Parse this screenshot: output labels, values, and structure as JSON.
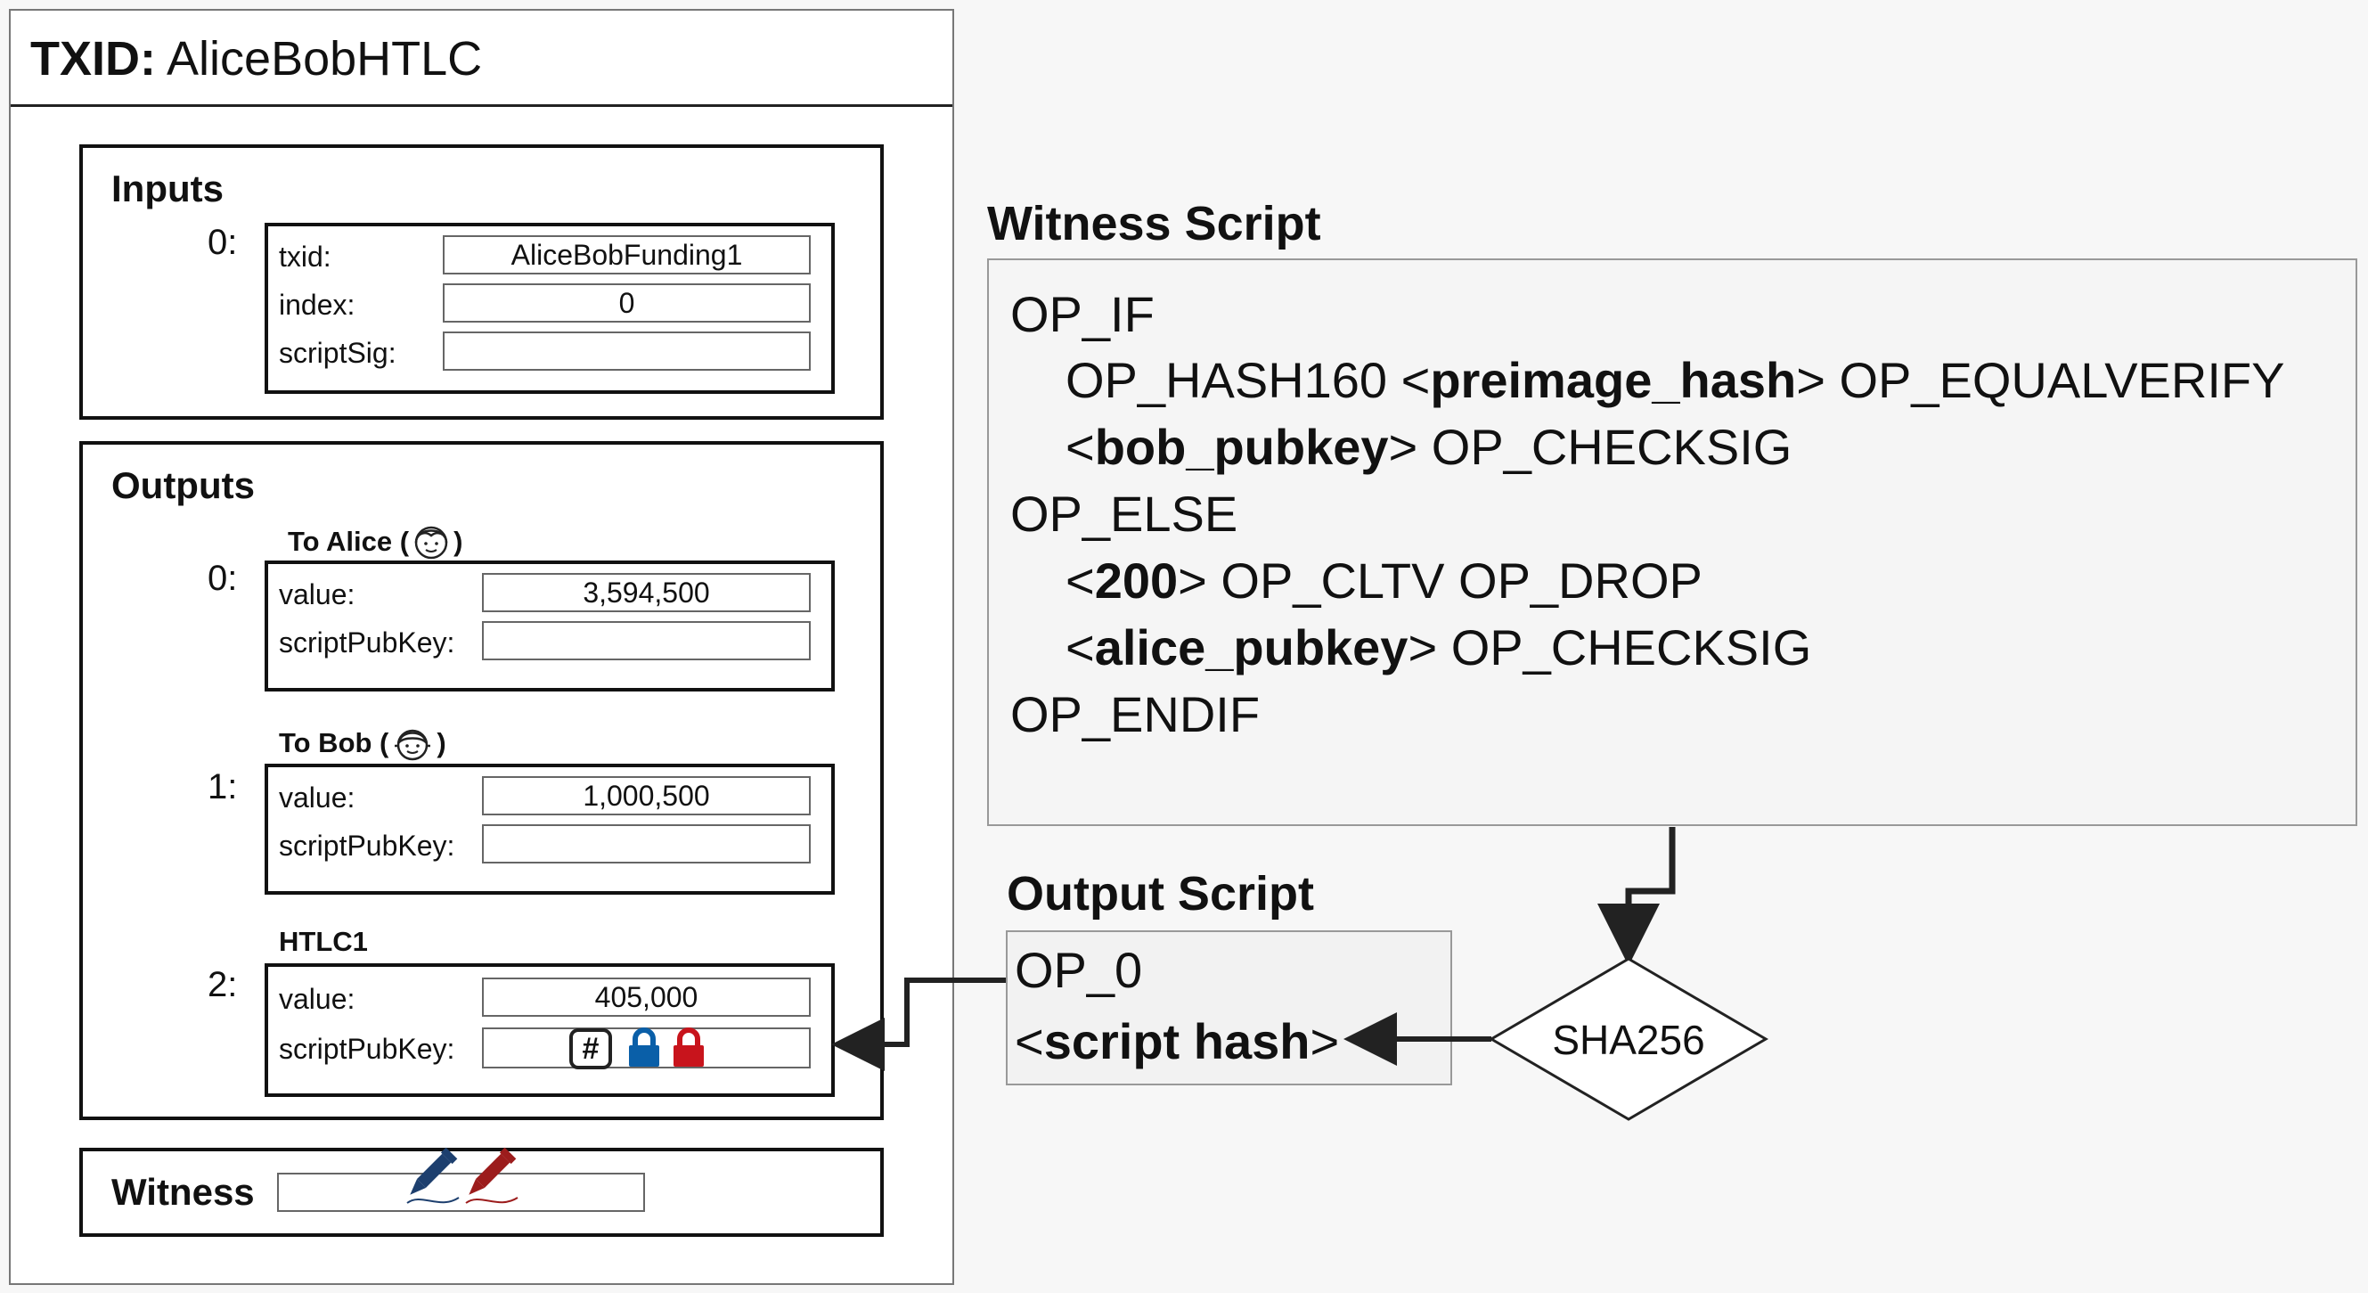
{
  "tx": {
    "label": "TXID:",
    "name": "AliceBobHTLC",
    "inputs": {
      "title": "Inputs",
      "index": "0:",
      "fields": [
        {
          "label": "txid:",
          "value": "AliceBobFunding1"
        },
        {
          "label": "index:",
          "value": "0"
        },
        {
          "label": "scriptSig:",
          "value": ""
        }
      ]
    },
    "outputs": {
      "title": "Outputs",
      "items": [
        {
          "index": "0:",
          "label": "To Alice (",
          "label_end": ")",
          "value_label": "value:",
          "value": "3,594,500",
          "spk_label": "scriptPubKey:"
        },
        {
          "index": "1:",
          "label": "To Bob (",
          "label_end": ")",
          "value_label": "value:",
          "value": "1,000,500",
          "spk_label": "scriptPubKey:"
        },
        {
          "index": "2:",
          "label": "HTLC1",
          "value_label": "value:",
          "value": "405,000",
          "spk_label": "scriptPubKey:",
          "hash_symbol": "#"
        }
      ]
    },
    "witness": {
      "title": "Witness"
    }
  },
  "witness_script": {
    "heading": "Witness Script",
    "lines": {
      "l1": "OP_IF",
      "l2_a": "OP_HASH160 <",
      "l2_b": "preimage_hash",
      "l2_c": "> OP_EQUALVERIFY",
      "l3_a": "<",
      "l3_b": "bob_pubkey",
      "l3_c": "> OP_CHECKSIG",
      "l4": "OP_ELSE",
      "l5_a": "<",
      "l5_b": "200",
      "l5_c": "> OP_CLTV OP_DROP",
      "l6_a": "<",
      "l6_b": "alice_pubkey",
      "l6_c": "> OP_CHECKSIG",
      "l7": "OP_ENDIF"
    }
  },
  "output_script": {
    "heading": "Output Script",
    "l1": "OP_0",
    "l2_a": "<",
    "l2_b": "script hash",
    "l2_c": ">"
  },
  "hash_node": {
    "label": "SHA256"
  },
  "colors": {
    "blue_lock": "#0a5fa8",
    "red_lock": "#c8141c",
    "pen_blue": "#1d3f6e",
    "pen_red": "#9c1c1c"
  }
}
